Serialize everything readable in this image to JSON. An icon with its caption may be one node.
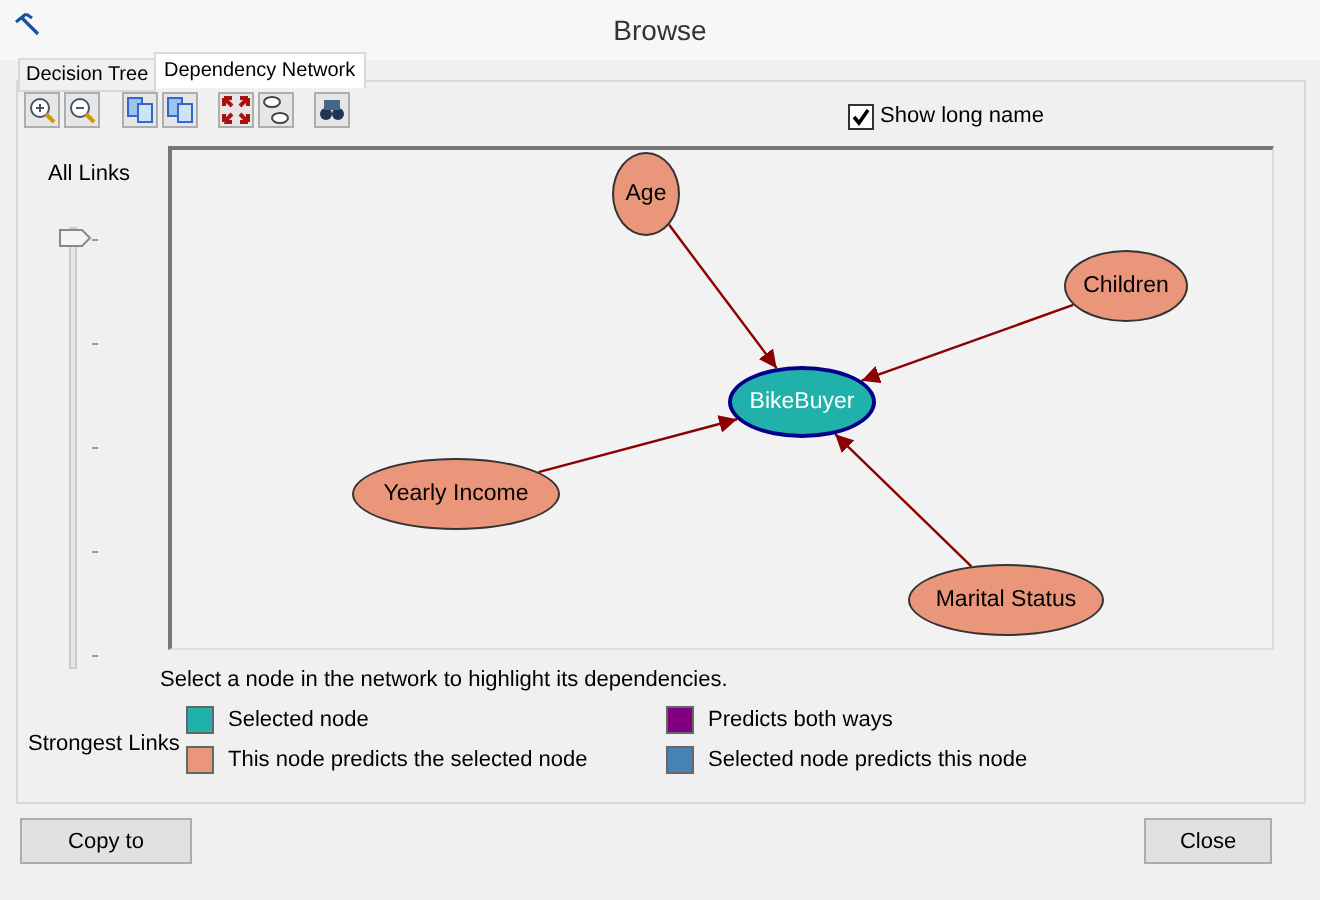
{
  "diagram": {
    "title": "Browse",
    "nodes": [
      {
        "text": [
          "Age"
        ]
      },
      {
        "text": [
          "Children"
        ]
      },
      {
        "text": [
          "BikeBuyer"
        ]
      },
      {
        "text": [
          "Yearly Income"
        ]
      },
      {
        "text": [
          "Marital Status"
        ]
      }
    ],
    "edges": [
      {
        "from": 0,
        "to": 2,
        "arrow": "to"
      },
      {
        "from": 1,
        "to": 2,
        "arrow": "to"
      },
      {
        "from": 3,
        "to": 2,
        "arrow": "to"
      },
      {
        "from": 4,
        "to": 2,
        "arrow": "to"
      }
    ],
    "labels": [
      "Decision Tree",
      "Dependency Network",
      "Show long name",
      "All Links",
      "Select a node in the network to highlight its dependencies.",
      "Strongest Links",
      "Copy to",
      "Close"
    ],
    "legend": [
      {
        "text": "Selected node",
        "color": "#20b2aa"
      },
      {
        "text": "This node predicts the selected node",
        "color": "#e9967a"
      },
      {
        "text": "Predicts both ways",
        "color": "#800080"
      },
      {
        "text": "Selected node predicts this node",
        "color": "#4682b4"
      }
    ]
  }
}
